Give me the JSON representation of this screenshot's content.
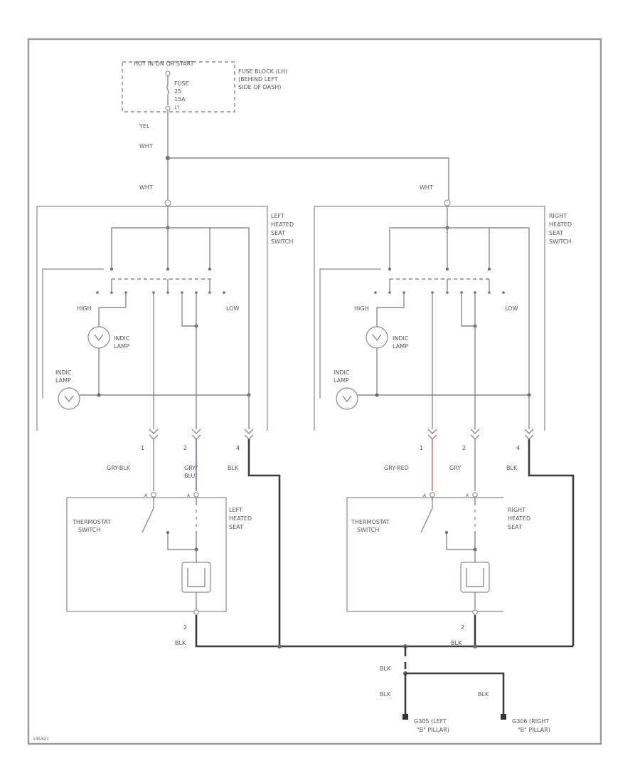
{
  "top": {
    "hot_label": "HOT IN ON OR START",
    "fuse_label": "FUSE",
    "fuse_number": "25",
    "fuse_amps": "15A",
    "fuse_pin": "17",
    "fuse_block_line1": "FUSE BLOCK (LH)",
    "fuse_block_line2": "(BEHIND LEFT",
    "fuse_block_line3": "SIDE OF DASH)",
    "wire_yel": "YEL",
    "wire_wht_1": "WHT",
    "wire_wht_left": "WHT",
    "wire_wht_right": "WHT"
  },
  "left": {
    "switch_line1": "LEFT",
    "switch_line2": "HEATED",
    "switch_line3": "SEAT",
    "switch_line4": "SWITCH",
    "high": "HIGH",
    "low": "LOW",
    "indic_line1": "INDIC",
    "indic_line2": "LAMP",
    "illum": "INDIC",
    "illum2": "LAMP",
    "pin1": "1",
    "pin2": "2",
    "pin4": "4",
    "wire1": "GRY-BLK",
    "wire2_line1": "GRY/",
    "wire2_line2": "BLU",
    "wire4": "BLK",
    "thermo_line1": "THERMOSTAT",
    "thermo_line2": "SWITCH",
    "seat_line1": "LEFT",
    "seat_line2": "HEATED",
    "seat_line3": "SEAT",
    "ground_pin": "2",
    "ground_wire": "BLK"
  },
  "right": {
    "switch_line1": "RIGHT",
    "switch_line2": "HEATED",
    "switch_line3": "SEAT",
    "switch_line4": "SWITCH",
    "high": "HIGH",
    "low": "LOW",
    "indic_line1": "INDIC",
    "indic_line2": "LAMP",
    "illum": "INDIC",
    "illum2": "LAMP",
    "pin1": "1",
    "pin2": "2",
    "pin4": "4",
    "wire1": "GRY-RED",
    "wire2": "GRY",
    "wire4": "BLK",
    "thermo_line1": "THERMOSTAT",
    "thermo_line2": "SWITCH",
    "seat_line1": "RIGHT",
    "seat_line2": "HEATED",
    "seat_line3": "SEAT",
    "ground_pin": "2",
    "ground_wire": "BLK"
  },
  "ground": {
    "wire_a": "BLK",
    "wire_b": "BLK",
    "wire_c": "BLK",
    "g_left_line1": "G305 (LEFT",
    "g_left_line2": "\"B\" PILLAR)",
    "g_right_line1": "G306 (RIGHT",
    "g_right_line2": "\"B\" PILLAR)"
  },
  "footer": {
    "code": "145321"
  },
  "colors": {
    "blue_wire": "#6b6bf0",
    "red_wire": "#f07070",
    "frame": "#9a9a9a"
  }
}
